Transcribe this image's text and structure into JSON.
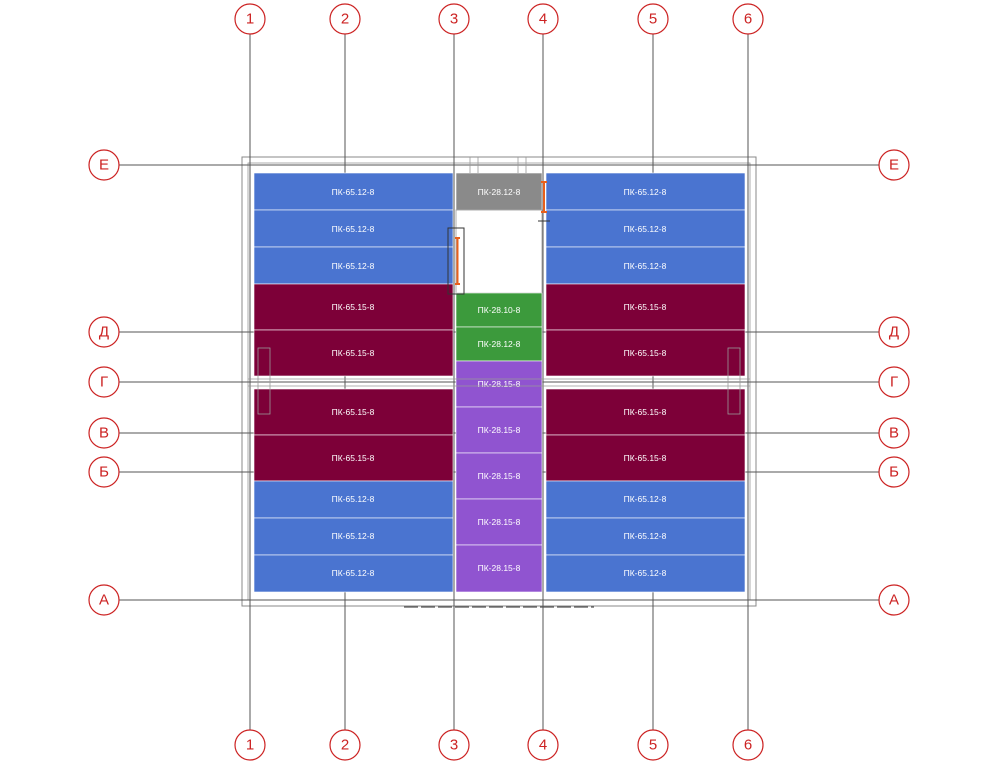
{
  "axes": {
    "columns": [
      "1",
      "2",
      "3",
      "4",
      "5",
      "6"
    ],
    "rows": [
      "Е",
      "Д",
      "Г",
      "В",
      "Б",
      "А"
    ]
  },
  "colors": {
    "slab_12": "#4a74d0",
    "slab_15": "#7d0038",
    "slab_28_15": "#9054d0",
    "slab_28_10": "#3c9a3c",
    "slab_grey": "#8a8a8a",
    "bubble_stroke": "#cc2222",
    "accent_marker": "#e8601c"
  },
  "slabs": {
    "left_top": [
      "ПК-65.12-8",
      "ПК-65.12-8",
      "ПК-65.12-8"
    ],
    "left_upper_mid": [
      "ПК-65.15-8",
      "ПК-65.15-8"
    ],
    "left_lower_mid": [
      "ПК-65.15-8",
      "ПК-65.15-8"
    ],
    "left_bottom": [
      "ПК-65.12-8",
      "ПК-65.12-8",
      "ПК-65.12-8"
    ],
    "right_top": [
      "ПК-65.12-8",
      "ПК-65.12-8",
      "ПК-65.12-8"
    ],
    "right_upper_mid": [
      "ПК-65.15-8",
      "ПК-65.15-8"
    ],
    "right_lower_mid": [
      "ПК-65.15-8",
      "ПК-65.15-8"
    ],
    "right_bottom": [
      "ПК-65.12-8",
      "ПК-65.12-8",
      "ПК-65.12-8"
    ],
    "center_top": "ПК-28.12-8",
    "center_green": [
      "ПК-28.10-8",
      "ПК-28.12-8"
    ],
    "center_purple": [
      "ПК-28.15-8",
      "ПК-28.15-8",
      "ПК-28.15-8",
      "ПК-28.15-8",
      "ПК-28.15-8"
    ]
  }
}
